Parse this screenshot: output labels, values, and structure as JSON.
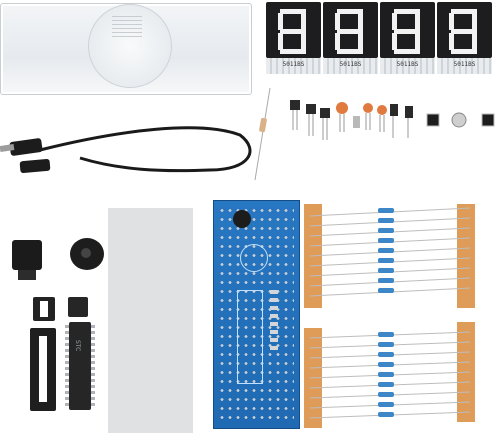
{
  "displays": {
    "labels": [
      "5011BS",
      "5011BS",
      "5011BS",
      "5011BS"
    ]
  },
  "mcu": {
    "label": "STC"
  },
  "colors": {
    "pcb": "#2072bb",
    "resistor_body": "#3d86c8",
    "tape": "#d98b3c",
    "segment_display": "#1d1d1f",
    "acrylic_case": "#eef1f4"
  }
}
